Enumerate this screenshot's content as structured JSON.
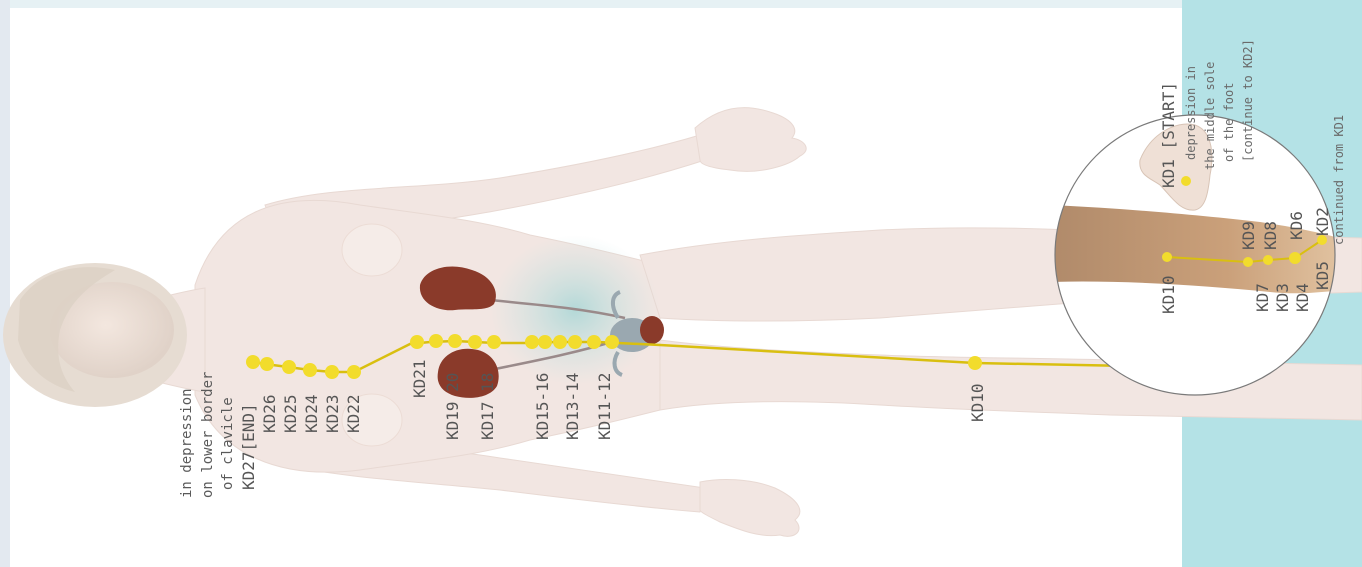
{
  "colors": {
    "body_skin": "#f2e6e2",
    "meridian_line": "#d9bf10",
    "acupoint": "#f2dc2c",
    "kidney": "#8a3a2a",
    "bladder": "#9aa8b0",
    "foot_panel": "#b4e2e6",
    "label_text": "#5a5a5a"
  },
  "labels": {
    "kd27_note_1": "in depression",
    "kd27_note_2": "on lower border",
    "kd27_note_3": "of clavicle",
    "kd27": "KD27[END]",
    "kd26": "KD26",
    "kd25": "KD25",
    "kd24": "KD24",
    "kd23": "KD23",
    "kd22": "KD22",
    "kd21": "KD21",
    "kd19_20": "KD19 20",
    "kd17_18": "KD17 18",
    "kd15_16": "KD15-16",
    "kd13_14": "KD13-14",
    "kd11_12": "KD11-12",
    "kd10_leg": "KD10",
    "kd1_start": "KD1 [START]",
    "kd1_note_1": "depression in",
    "kd1_note_2": "the middle sole",
    "kd1_note_3": "of the foot",
    "kd1_note_4": "[continue to KD2]",
    "kd10_inset": "KD10",
    "kd9": "KD9",
    "kd8": "KD8",
    "kd7": "KD7",
    "kd3": "KD3",
    "kd6": "KD6",
    "kd4": "KD4",
    "kd5": "KD5",
    "kd2": "KD2",
    "continued_note": "continued from KD1"
  }
}
